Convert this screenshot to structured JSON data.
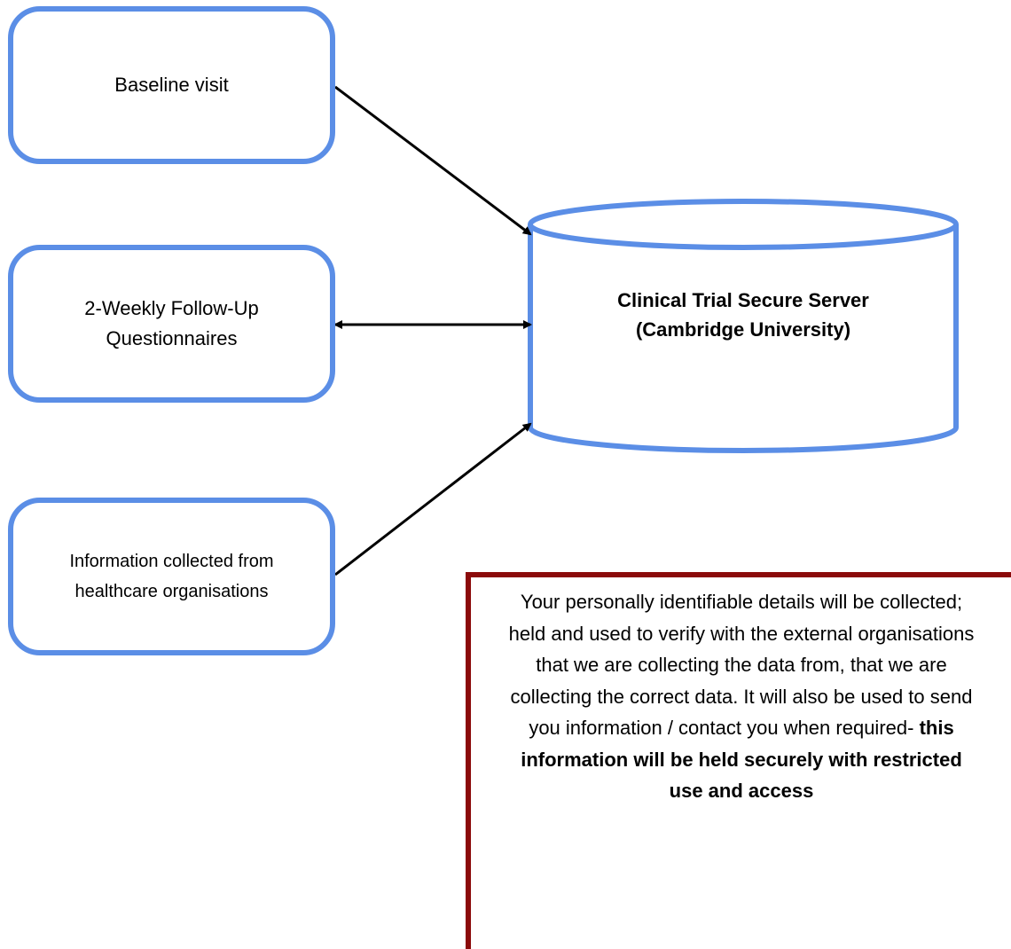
{
  "nodes": {
    "baseline": "Baseline visit",
    "followup": "2-Weekly Follow-Up\nQuestionnaires",
    "healthcare": "Information collected from\nhealthcare organisations"
  },
  "server": {
    "label": "Clinical Trial Secure Server\n(Cambridge University)"
  },
  "notice": {
    "text": "Your personally identifiable details will be collected; held and used to verify with the external organisations that we are collecting the data from, that we are collecting the correct data. It will also be used to send you information / contact you when required- ",
    "bold_text": "this information will be held securely with restricted use and access"
  },
  "colors": {
    "node_border": "#5b8ee6",
    "notice_border": "#8b0a0a",
    "arrow": "#000000"
  }
}
